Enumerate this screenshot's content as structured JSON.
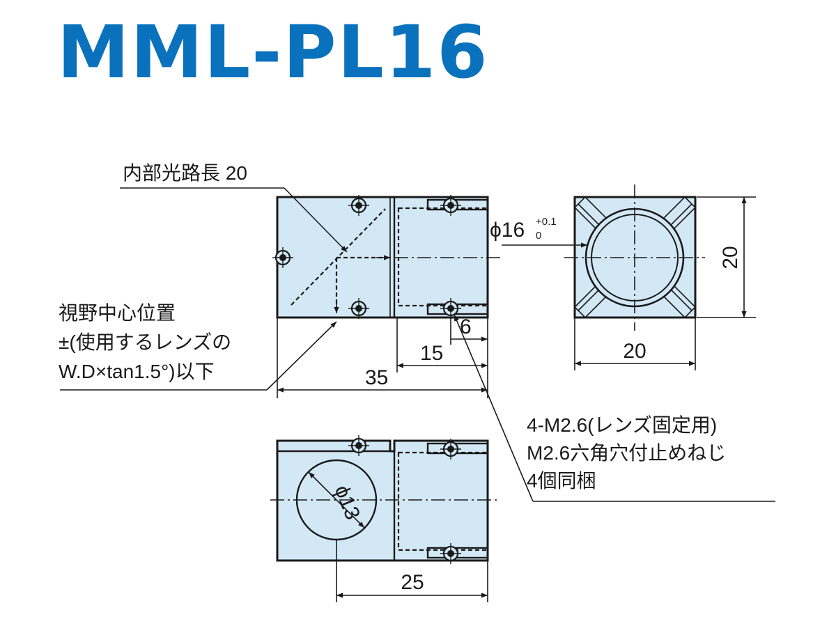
{
  "title": "MML-PL16",
  "labels": {
    "optical_path": "内部光路長 20",
    "fov_line1": "視野中心位置",
    "fov_line2": "±(使用するレンズの",
    "fov_line3": "W.D×tan1.5°)以下",
    "screw_line1": "4-M2.6(レンズ固定用)",
    "screw_line2": "M2.6六角穴付止めねじ",
    "screw_line3": "4個同梱"
  },
  "dimensions": {
    "d35": "35",
    "d15": "15",
    "d6": "6",
    "d20_width": "20",
    "d20_height": "20",
    "d25": "25",
    "phi16_sym": "ϕ16",
    "phi16_sup": "+0.1",
    "phi16_sub": "0",
    "phi13": "ϕ13"
  },
  "colors": {
    "title": "#0a72bd",
    "body": "#d3e8f5",
    "line": "#1a1a1a"
  }
}
